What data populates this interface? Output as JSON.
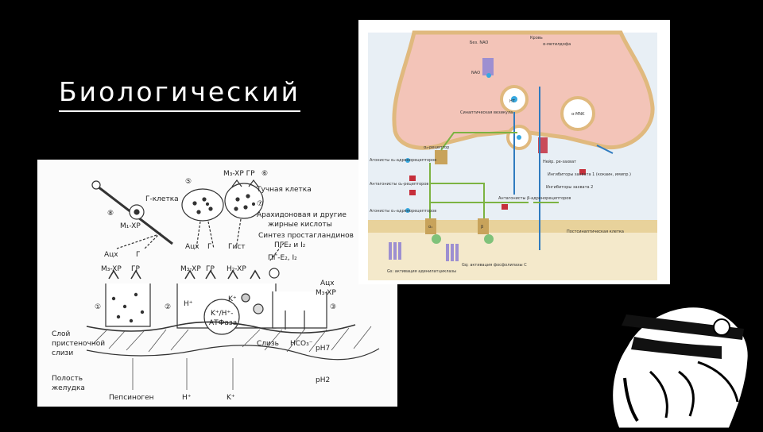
{
  "slide": {
    "title": "Биологический"
  },
  "left_diagram": {
    "cells": [
      {
        "number": "⑤",
        "label": ""
      },
      {
        "number": "⑥",
        "label": "M₃-XP   ГР"
      },
      {
        "number": "⑧",
        "label": ""
      }
    ],
    "labels": {
      "g_cell": "Г-клетка",
      "m1xp": "M₁-XP",
      "mast_cell": "Тучная клетка",
      "step7": "⑦",
      "arachidonic": "Арахидоновая и другие",
      "fatty_acids": "жирные кислоты",
      "pg_synthesis": "Синтез простагландинов",
      "pge2": "ПГЕ₂ и I₂",
      "ach_left": "Ацх",
      "g_left": "Г",
      "ach_mid": "Ацх",
      "g_mid": "Г",
      "gist": "Гист",
      "pg_e2": "ПГ-Е₂, I₂",
      "ach_right": "Ацх",
      "m3xp_left": "M₃-XP",
      "gr_left": "ГР",
      "m3xp_mid": "M₃-XP",
      "gr_mid": "ГР",
      "h2xp": "H₂-XP",
      "m3xp_right": "M₃-XP",
      "step1": "①",
      "step2": "②",
      "step3": "③",
      "h_plus": "H⁺",
      "k_plus": "K⁺",
      "atpase_line1": "K⁺/H⁺-",
      "atpase_line2": "АТФаза",
      "layer_line1": "Слой",
      "layer_line2": "пристеночной",
      "layer_line3": "слизи",
      "mucus": "Слизь",
      "hco3": "HCO₃⁻",
      "ph7": "pH7",
      "stomach_line1": "Полость",
      "stomach_line2": "желудка",
      "ph2": "pH2",
      "pepsinogen": "Пепсиноген",
      "h_out": "H⁺",
      "k_out": "K⁺"
    }
  },
  "right_diagram": {
    "labels": {
      "top1": "Кровь",
      "top2": "Без. NAO",
      "top3": "α-метилдофа",
      "nao": "NAO",
      "nt": "НТ",
      "a_mnk": "α-MNK",
      "syn_vesicle": "Синаптическая везикула",
      "autoreceptor": "α₂-рецептор",
      "re_uptake": "Нейр. ре-захват",
      "agonists_a2": "Агонисты α₂-адренорецепторов",
      "antagonists_a2": "Антагонисты α₂-рецепторов",
      "agonists_a1": "Агонисты α₁-адренорецепторов",
      "antagonists_b": "Антагонисты β-адренорецепторов",
      "inhib1": "Ингибиторы захвата 1 (кокаин, имипр.)",
      "inhib2": "Ингибиторы захвата 2",
      "postsyn": "Постсинаптическая клетка",
      "gq": "Gq: активация фосфолипазы C",
      "gs": "Gs: активация аденилатциклазы",
      "a1": "α₁",
      "b": "β"
    }
  }
}
